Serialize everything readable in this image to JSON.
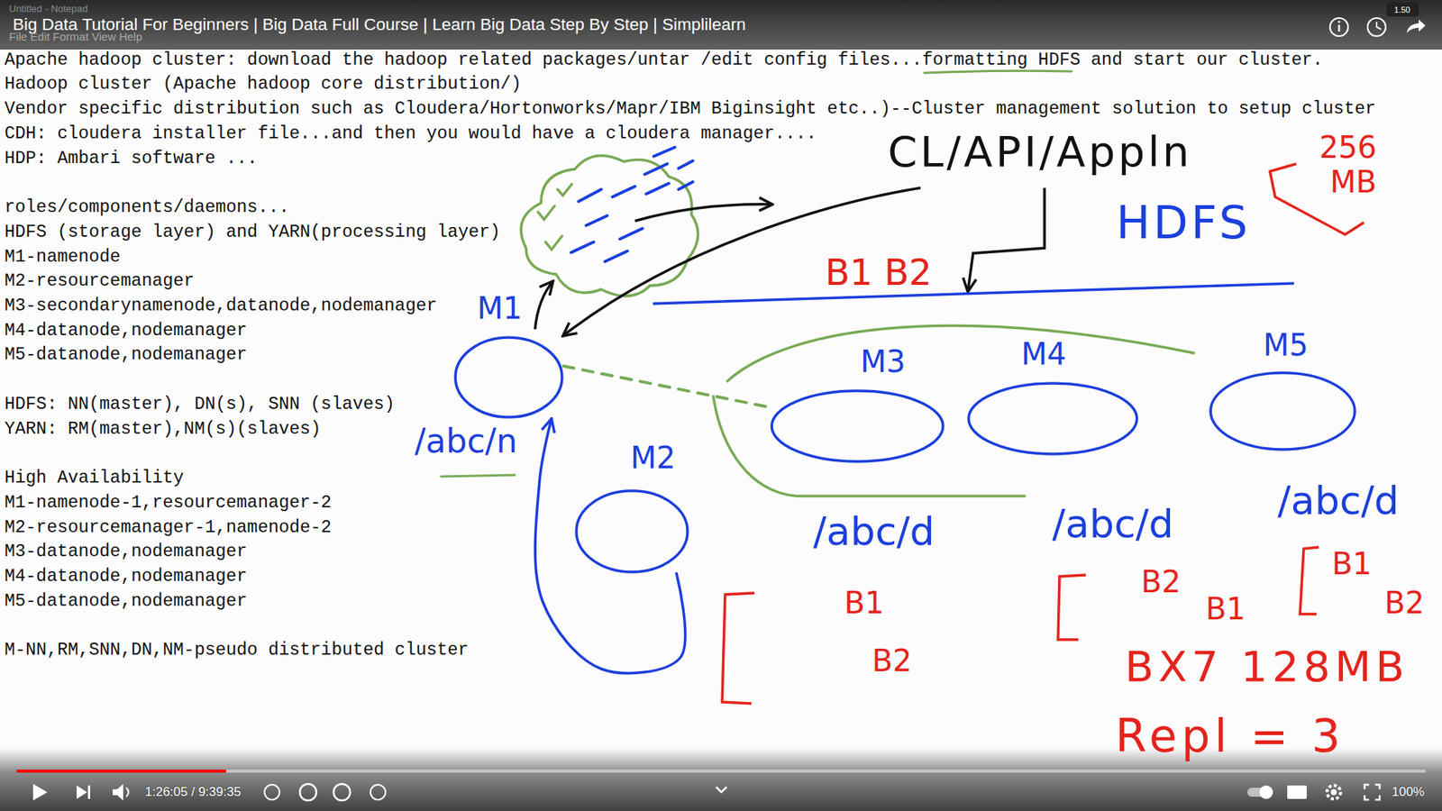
{
  "diagram": {
    "title": "Big Data Tutorial For Beginners | Big Data Full Course | Learn Big Data Step By Step | Simplilearn",
    "nodes": [
      {
        "text": [
          "M1"
        ]
      },
      {
        "text": [
          "M2"
        ]
      },
      {
        "text": [
          "M3"
        ]
      },
      {
        "text": [
          "M4"
        ]
      },
      {
        "text": [
          "M5"
        ]
      }
    ],
    "edges": [
      {
        "from": 1,
        "to": 0,
        "arrow": "to"
      },
      {
        "from": 0,
        "to": 2,
        "arrow": "none"
      }
    ],
    "labels": [
      "Untitled - Notepad",
      "File Edit Format View Help",
      "Apache hadoop cluster: download the hadoop related packages/untar /edit config files...formatting HDFS and start our cluster.",
      "Hadoop cluster (Apache hadoop core distribution/)",
      "Vendor specific distribution such as Cloudera/Hortonworks/Mapr/IBM Biginsight etc..)--Cluster management solution to setup cluster",
      "CDH: cloudera installer file...and then you would have a cloudera manager....",
      "HDP: Ambari software ...",
      "roles/components/daemons...",
      "HDFS (storage layer) and YARN(processing layer)",
      "M1-namenode",
      "M2-resourcemanager",
      "M3-secondarynamenode,datanode,nodemanager",
      "M4-datanode,nodemanager",
      "M5-datanode,nodemanager",
      "HDFS: NN(master), DN(s), SNN (slaves)",
      "YARN: RM(master),NM(s)(slaves)",
      "High Availability",
      "M1-namenode-1,resourcemanager-2",
      "M2-resourcemanager-1,namenode-2",
      "M3-datanode,nodemanager",
      "M4-datanode,nodemanager",
      "M5-datanode,nodemanager",
      "M-NN,RM,SNN,DN,NM-pseudo distributed cluster",
      "CL/API/Appln",
      "256 MB",
      "HDFS",
      "B1 B2",
      "/abc/n",
      "/abc/d",
      "/abc/d",
      "/abc/d",
      "B1",
      "B2",
      "B2",
      "B1",
      "B1",
      "B2",
      "BX7 128MB",
      "Repl = 3",
      "1:26:05 / 9:39:35",
      "100%",
      "1.50"
    ]
  }
}
